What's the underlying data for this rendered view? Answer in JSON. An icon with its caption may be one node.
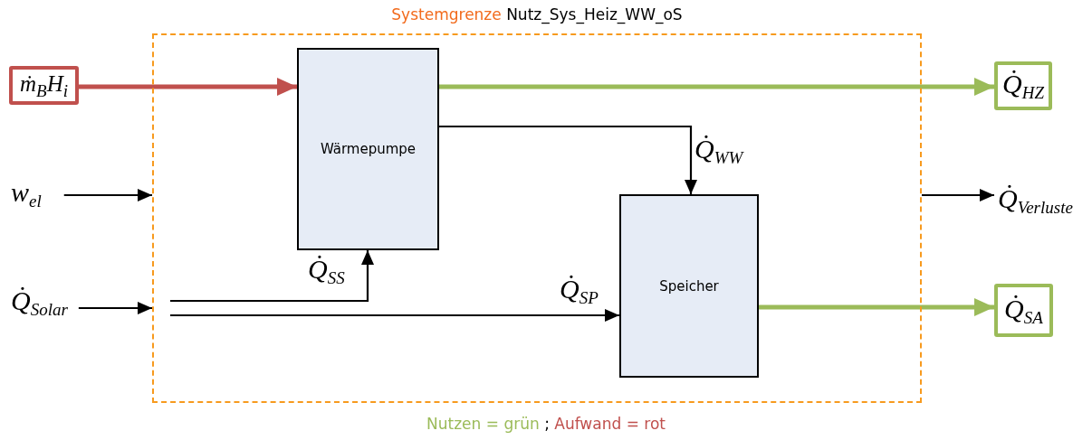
{
  "diagram": {
    "nodes": [
      {
        "text": [
          "Systemgrenze",
          "Nutz_Sys_Heiz_WW_oS"
        ]
      },
      {
        "text": [
          "ṁ$_{B}$H$_{i}$"
        ]
      },
      {
        "text": [
          "Wärmepumpe"
        ],
        "in": 0
      },
      {
        "text": [
          "Q̇$_{HZ}$"
        ]
      },
      {
        "text": [
          "w$_{el}$"
        ]
      },
      {
        "text": [
          "Speicher"
        ],
        "in": 0
      },
      {
        "text": [
          "Q̇$_{Verluste}$"
        ]
      },
      {
        "text": [
          "Q̇$_{Solar}$"
        ]
      },
      {
        "text": [
          "Q̇$_{SA}$"
        ]
      }
    ],
    "edges": [
      {
        "from": 1,
        "to": 2,
        "arrow": "to",
        "style": "thick",
        "color": "#c0504d"
      },
      {
        "from": 2,
        "to": 3,
        "arrow": "to",
        "style": "thick",
        "color": "#9bbb59"
      },
      {
        "from": 2,
        "to": 5,
        "arrow": "to",
        "label": "Q̇$_{WW}$"
      },
      {
        "from": 4,
        "to": 0,
        "arrow": "to"
      },
      {
        "from": 7,
        "to": 0,
        "arrow": "to"
      },
      {
        "from": null,
        "to": 2,
        "arrow": "to",
        "label": "Q̇$_{SS}$"
      },
      {
        "from": null,
        "to": 5,
        "arrow": "to",
        "label": "Q̇$_{SP}$"
      },
      {
        "from": 5,
        "to": 8,
        "arrow": "to",
        "style": "thick",
        "color": "#9bbb59"
      },
      {
        "from": 0,
        "to": 6,
        "arrow": "to"
      }
    ],
    "labels": [
      "Nutzen = grün",
      ";",
      "Aufwand = rot"
    ]
  }
}
